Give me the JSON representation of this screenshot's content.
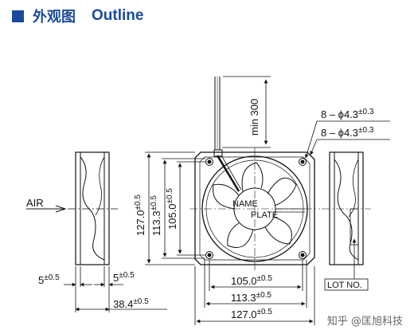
{
  "header": {
    "title_cn": "外观图",
    "title_en": "Outline",
    "accent_color": "#1a4a9c"
  },
  "drawing": {
    "lead_length": "min 300",
    "hole_callouts": [
      {
        "text": "8 – ϕ4.3",
        "tol": "±0.3"
      },
      {
        "text": "8 – ϕ4.3",
        "tol": "±0.3"
      }
    ],
    "name_plate": [
      "NAME",
      "PLATE"
    ],
    "air_label": "AIR",
    "vertical_dims": [
      {
        "text": "127.0",
        "tol": "±0.5"
      },
      {
        "text": "113.3",
        "tol": "±0.5"
      },
      {
        "text": "105.0",
        "tol": "±0.5"
      }
    ],
    "horizontal_dims": [
      {
        "text": "105.0",
        "tol": "±0.5"
      },
      {
        "text": "113.3",
        "tol": "±0.5"
      },
      {
        "text": "127.0",
        "tol": "±0.5"
      }
    ],
    "side_dims": [
      {
        "text": "5",
        "tol": "±0.5"
      },
      {
        "text": "5",
        "tol": "±0.5"
      },
      {
        "text": "38.4",
        "tol": "±0.5"
      }
    ],
    "lot_label": "LOT NO."
  },
  "watermark": {
    "text": "知乎 @匡旭科技"
  }
}
